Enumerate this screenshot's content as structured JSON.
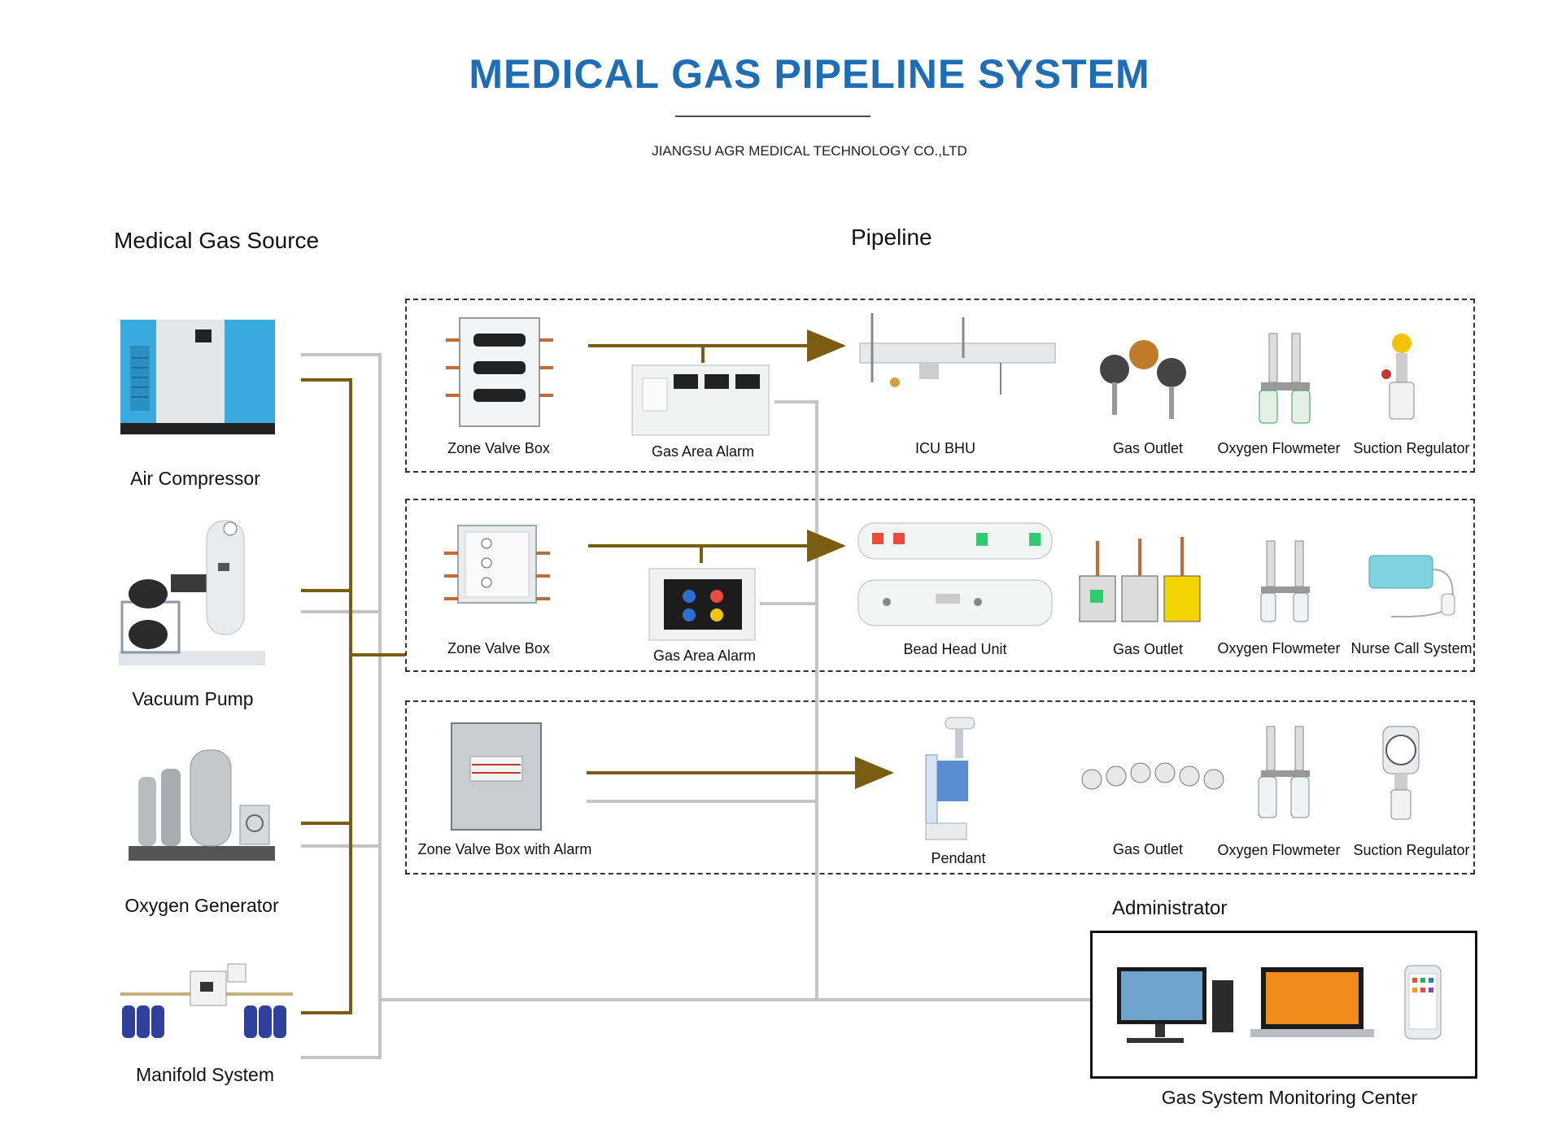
{
  "header": {
    "title": "MEDICAL GAS PIPELINE SYSTEM",
    "company": "JIANGSU AGR MEDICAL TECHNOLOGY CO.,LTD"
  },
  "sections": {
    "source": "Medical Gas Source",
    "pipeline": "Pipeline",
    "administrator": "Administrator"
  },
  "sources": [
    {
      "label": "Air Compressor",
      "icon": "air-compressor-icon"
    },
    {
      "label": "Vacuum Pump",
      "icon": "vacuum-pump-icon"
    },
    {
      "label": "Oxygen Generator",
      "icon": "oxygen-generator-icon"
    },
    {
      "label": "Manifold System",
      "icon": "manifold-system-icon"
    }
  ],
  "zones": [
    {
      "valve": "Zone Valve Box",
      "alarm": "Gas Area Alarm",
      "terminal": "ICU BHU",
      "outlet": "Gas Outlet",
      "flowmeter": "Oxygen Flowmeter",
      "extra": "Suction Regulator"
    },
    {
      "valve": "Zone Valve Box",
      "alarm": "Gas Area Alarm",
      "terminal": "Bead Head Unit",
      "outlet": "Gas Outlet",
      "flowmeter": "Oxygen Flowmeter",
      "extra": "Nurse Call System"
    },
    {
      "valve": "Zone Valve Box with Alarm",
      "terminal": "Pendant",
      "outlet": "Gas Outlet",
      "flowmeter": "Oxygen Flowmeter",
      "extra": "Suction Regulator"
    }
  ],
  "monitoring": {
    "label": "Gas System Monitoring Center",
    "devices": [
      "desktop-computer-icon",
      "laptop-icon",
      "smartphone-icon"
    ]
  },
  "colors": {
    "title": "#1f6db5",
    "gas_line": "#7a5c12",
    "vacuum_line": "#c4c4c4"
  }
}
